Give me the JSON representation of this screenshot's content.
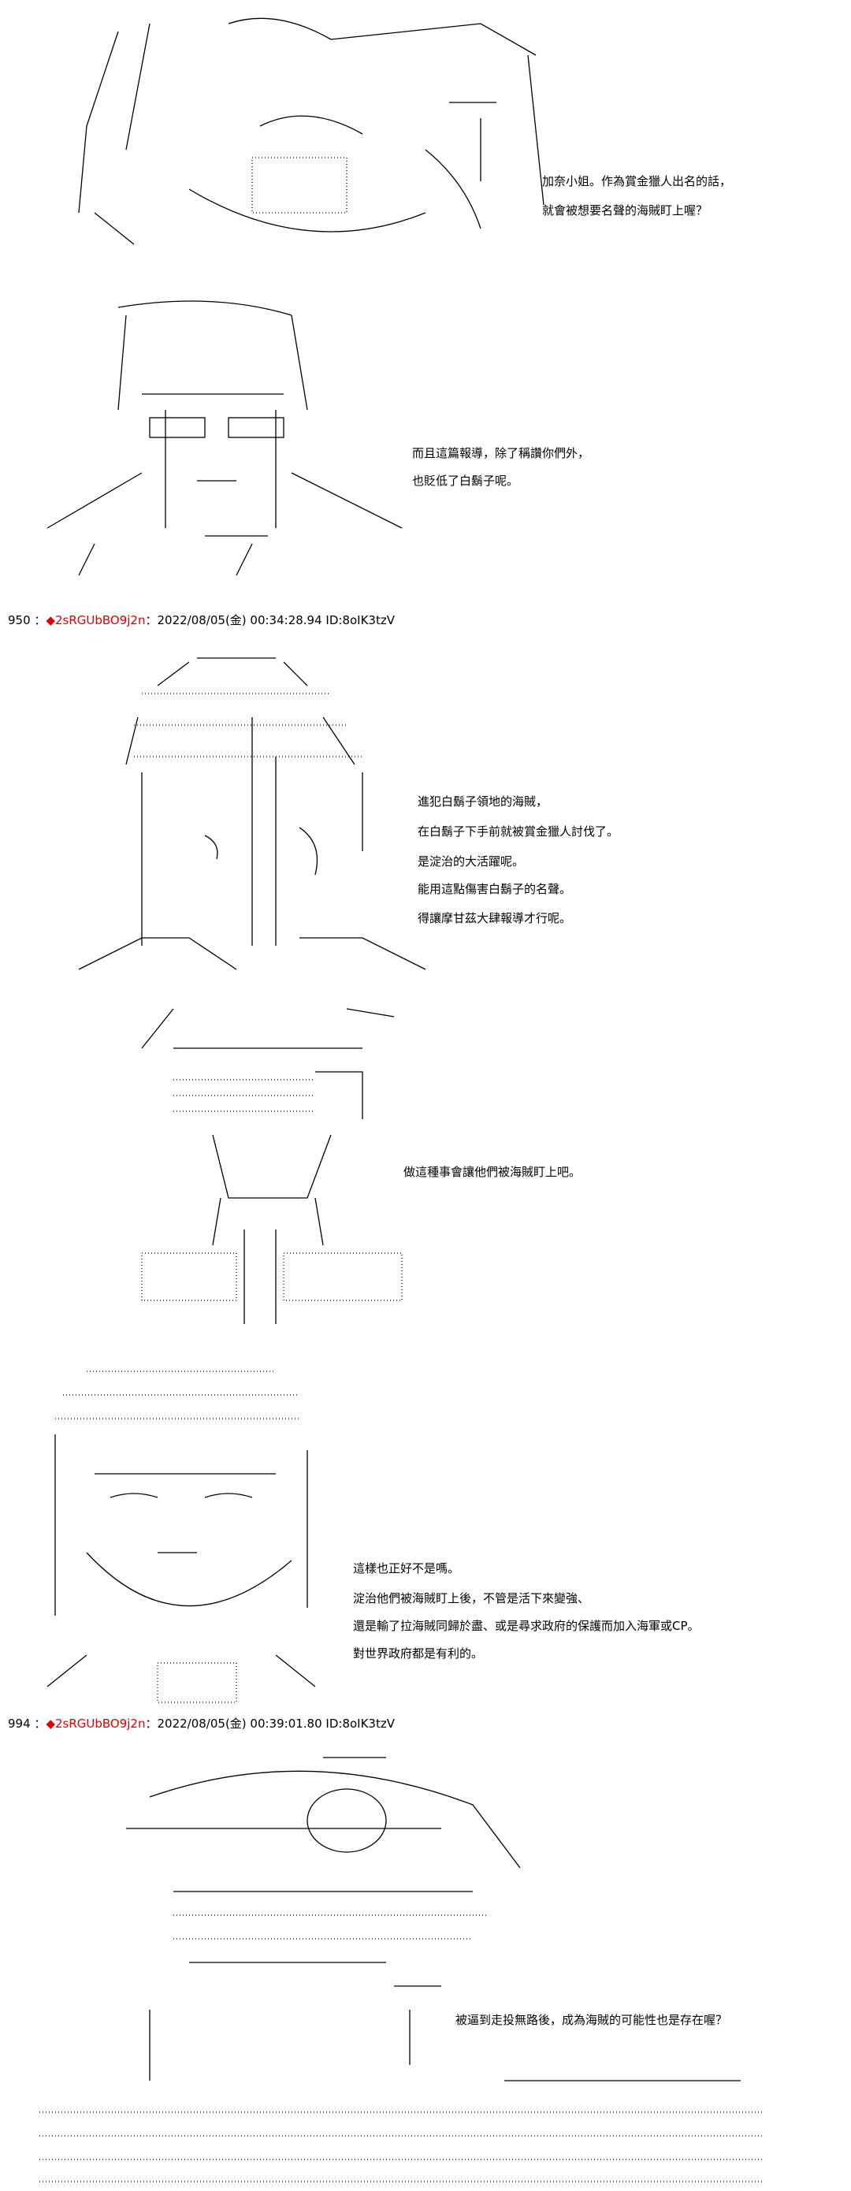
{
  "posts": [
    {
      "number": "950",
      "sep": "：",
      "trip_icon": "diamond",
      "trip": "◆2sRGUbBO9j2n",
      "date": "：2022/08/05(金) 00:34:28.94",
      "id": "ID:8oIK3tzV"
    },
    {
      "number": "994",
      "sep": "：",
      "trip_icon": "diamond",
      "trip": "◆2sRGUbBO9j2n",
      "date": "：2022/08/05(金) 00:39:01.80",
      "id": "ID:8oIK3tzV"
    }
  ],
  "dialogues": [
    {
      "lines": [
        "加奈小姐。作為賞金獵人出名的話，",
        "就會被想要名聲的海賊盯上喔？"
      ]
    },
    {
      "lines": [
        "而且這篇報導，除了稱讚你們外，",
        "也貶低了白鬍子呢。"
      ]
    },
    {
      "lines": [
        "進犯白鬍子領地的海賊，",
        "在白鬍子下手前就被賞金獵人討伐了。",
        "是淀治的大活躍呢。",
        "能用這點傷害白鬍子的名聲。",
        " 得讓摩甘茲大肆報導才行呢。"
      ]
    },
    {
      "lines": [
        "做這種事會讓他們被海賊盯上吧。"
      ]
    },
    {
      "lines": [
        "這樣也正好不是嗎。",
        " 淀治他們被海賊盯上後，不管是活下來變強、",
        "還是輸了拉海賊同歸於盡、或是尋求政府的保護而加入海軍或CP。",
        "對世界政府都是有利的。"
      ]
    },
    {
      "lines": [
        "被逼到走投無路後，成為海賊的可能性也是存在喔？"
      ]
    }
  ],
  "colors": {
    "trip": "#e00000",
    "text": "#000000",
    "background": "#ffffff"
  }
}
